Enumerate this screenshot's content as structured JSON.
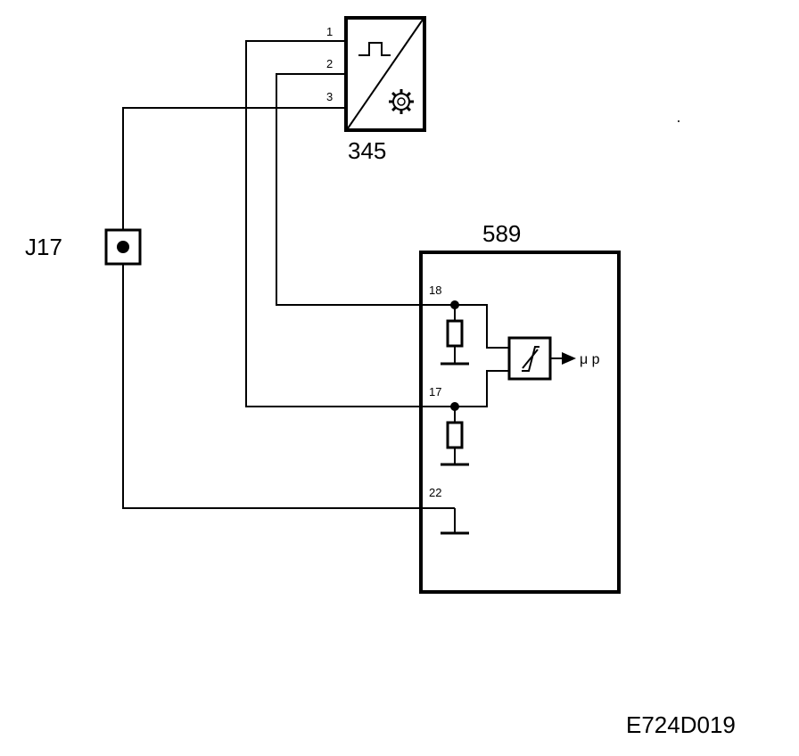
{
  "diagram": {
    "sensor": {
      "id": "345",
      "pins": [
        "1",
        "2",
        "3"
      ]
    },
    "ecu": {
      "id": "589",
      "pins": [
        "18",
        "17",
        "22"
      ],
      "output_label": "μ p"
    },
    "junction": {
      "id": "J17"
    },
    "figure_code": "E724D019"
  },
  "icons": [
    "square-pulse-icon",
    "toothed-wheel-icon",
    "resistor-icon",
    "ground-icon",
    "trigger-amplifier-icon",
    "arrow-right-icon"
  ]
}
